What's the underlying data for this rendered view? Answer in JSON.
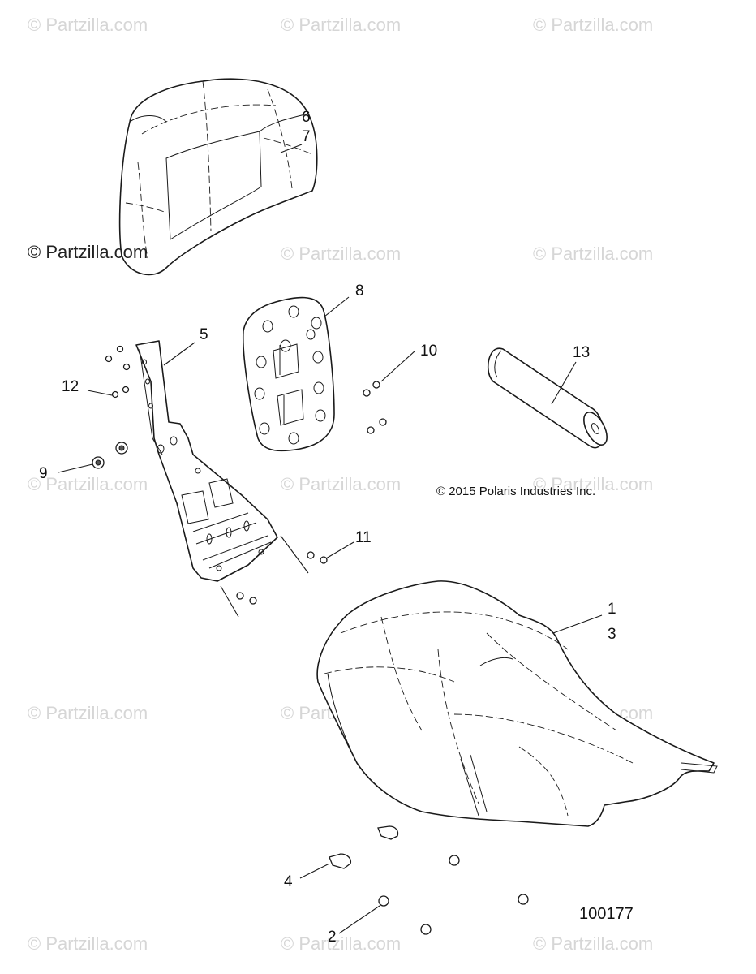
{
  "watermarks": [
    "© Partzilla.com",
    "© Partzilla.com",
    "© Partzilla.com",
    "© Partzilla.com",
    "© Partzilla.com",
    "© Partzilla.com",
    "© Partzilla.com",
    "© Partzilla.com",
    "© Partzilla.com",
    "© Partzilla.com",
    "© Partzilla.com",
    "© Partzilla.com",
    "© Partzilla.com",
    "© Partzilla.com"
  ],
  "watermark_dark": "© Partzilla.com",
  "copyright": "© 2015 Polaris Industries Inc.",
  "diagram_number": "100177",
  "callouts": {
    "c1": "1",
    "c2": "2",
    "c3": "3",
    "c4": "4",
    "c5": "5",
    "c6": "6",
    "c7": "7",
    "c8": "8",
    "c9": "9",
    "c10": "10",
    "c11": "11",
    "c12": "12",
    "c13": "13"
  },
  "parts": {
    "seat": "seat-icon",
    "backrest": "backrest-cushion-icon",
    "bracket": "backrest-mounting-bracket-icon",
    "plate": "backrest-plate-icon",
    "roll": "foam-roll-icon",
    "fasteners": "fastener-icon"
  }
}
